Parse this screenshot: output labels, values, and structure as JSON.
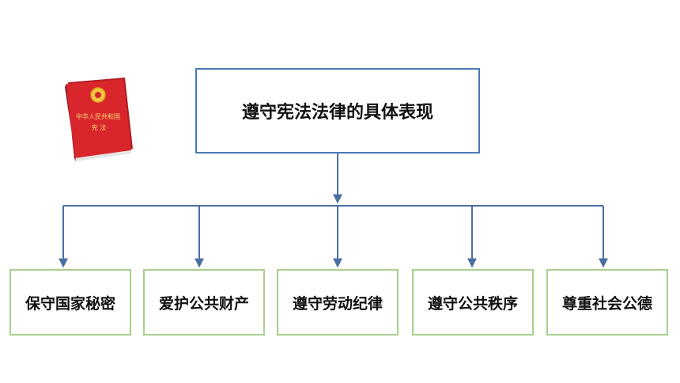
{
  "colors": {
    "root_border": "#4a7ab5",
    "child_border": "#a9d08e",
    "connector": "#4a6fa0",
    "book_red": "#d9262c"
  },
  "book": {
    "title_lines": [
      "中华人民共和国",
      "宪 法"
    ]
  },
  "root": {
    "label": "遵守宪法法律的具体表现"
  },
  "children": [
    {
      "label": "保守国家秘密"
    },
    {
      "label": "爱护公共财产"
    },
    {
      "label": "遵守劳动纪律"
    },
    {
      "label": "遵守公共秩序"
    },
    {
      "label": "尊重社会公德"
    }
  ]
}
